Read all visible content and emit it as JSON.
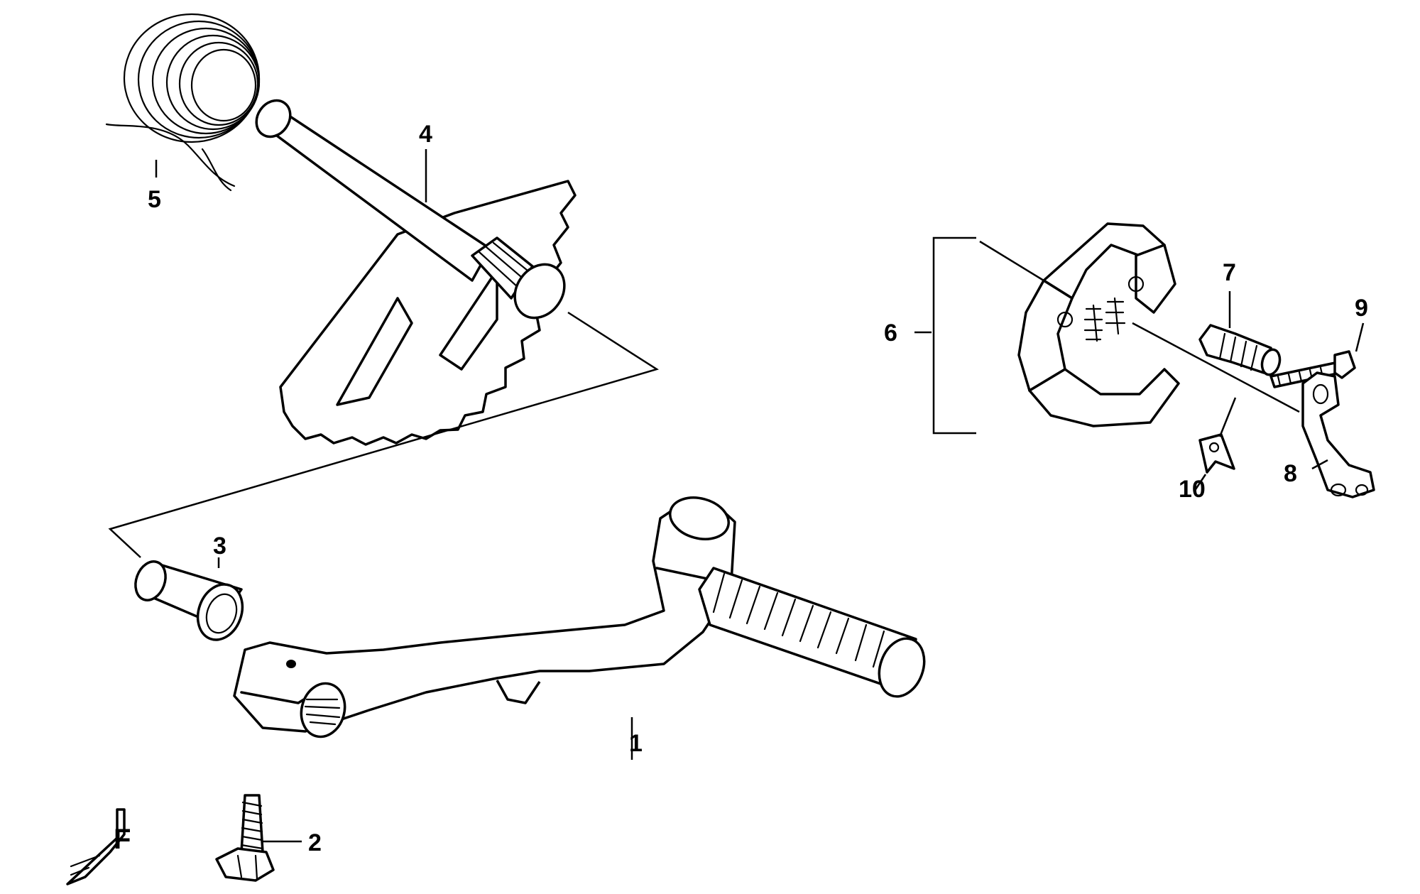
{
  "callouts": {
    "c1": "1",
    "c2": "2",
    "c3": "3",
    "c4": "4",
    "c5": "5",
    "c6": "6",
    "c7": "7",
    "c8": "8",
    "c9": "9",
    "c10": "10"
  },
  "front_marker": "F",
  "colors": {
    "ink": "#000000",
    "paper": "#ffffff"
  }
}
